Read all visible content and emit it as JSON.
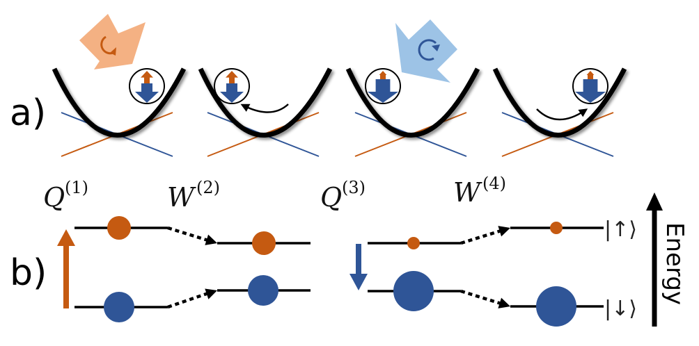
{
  "figure": {
    "panel_labels": {
      "a": "a)",
      "b": "b)"
    },
    "colors": {
      "spin_up": "#C55A11",
      "spin_down": "#2F5597",
      "pump_sigma_plus": "#F4B183",
      "pump_sigma_minus": "#9DC3E6",
      "parabola": "#000000"
    },
    "panel_a": {
      "steps": [
        {
          "label": "Q(1)",
          "symbol": "Q",
          "index": "(1)",
          "pump": "sigma-plus",
          "pump_rotation": "counterclockwise",
          "relax_arrow": "none",
          "ball_side": "right",
          "up_arrow_scale": 1.0,
          "down_arrow_scale": 1.0
        },
        {
          "label": "W(2)",
          "symbol": "W",
          "index": "(2)",
          "pump": "none",
          "relax_arrow": "right-to-left",
          "ball_side": "left",
          "up_arrow_scale": 1.0,
          "down_arrow_scale": 1.0
        },
        {
          "label": "Q(3)",
          "symbol": "Q",
          "index": "(3)",
          "pump": "sigma-minus",
          "pump_rotation": "clockwise",
          "relax_arrow": "none",
          "ball_side": "left",
          "up_arrow_scale": 0.5,
          "down_arrow_scale": 1.3
        },
        {
          "label": "W(4)",
          "symbol": "W",
          "index": "(4)",
          "pump": "none",
          "relax_arrow": "left-to-right",
          "ball_side": "right",
          "up_arrow_scale": 0.5,
          "down_arrow_scale": 1.3
        }
      ]
    },
    "panel_b": {
      "energy_label": "Energy",
      "state_labels": {
        "up": "|↑⟩",
        "down": "|↓⟩"
      },
      "groups": [
        {
          "name": "Q1-W2",
          "pump_arrow": "up",
          "before": {
            "up_pop": "medium",
            "down_pop": "large"
          },
          "after": {
            "up_pop": "medium",
            "down_pop": "large"
          },
          "splitting": "large-to-small"
        },
        {
          "name": "Q3-W4",
          "pump_arrow": "down",
          "before": {
            "up_pop": "small",
            "down_pop": "xlarge"
          },
          "after": {
            "up_pop": "small",
            "down_pop": "xlarge"
          },
          "splitting": "small-to-large"
        }
      ]
    }
  }
}
